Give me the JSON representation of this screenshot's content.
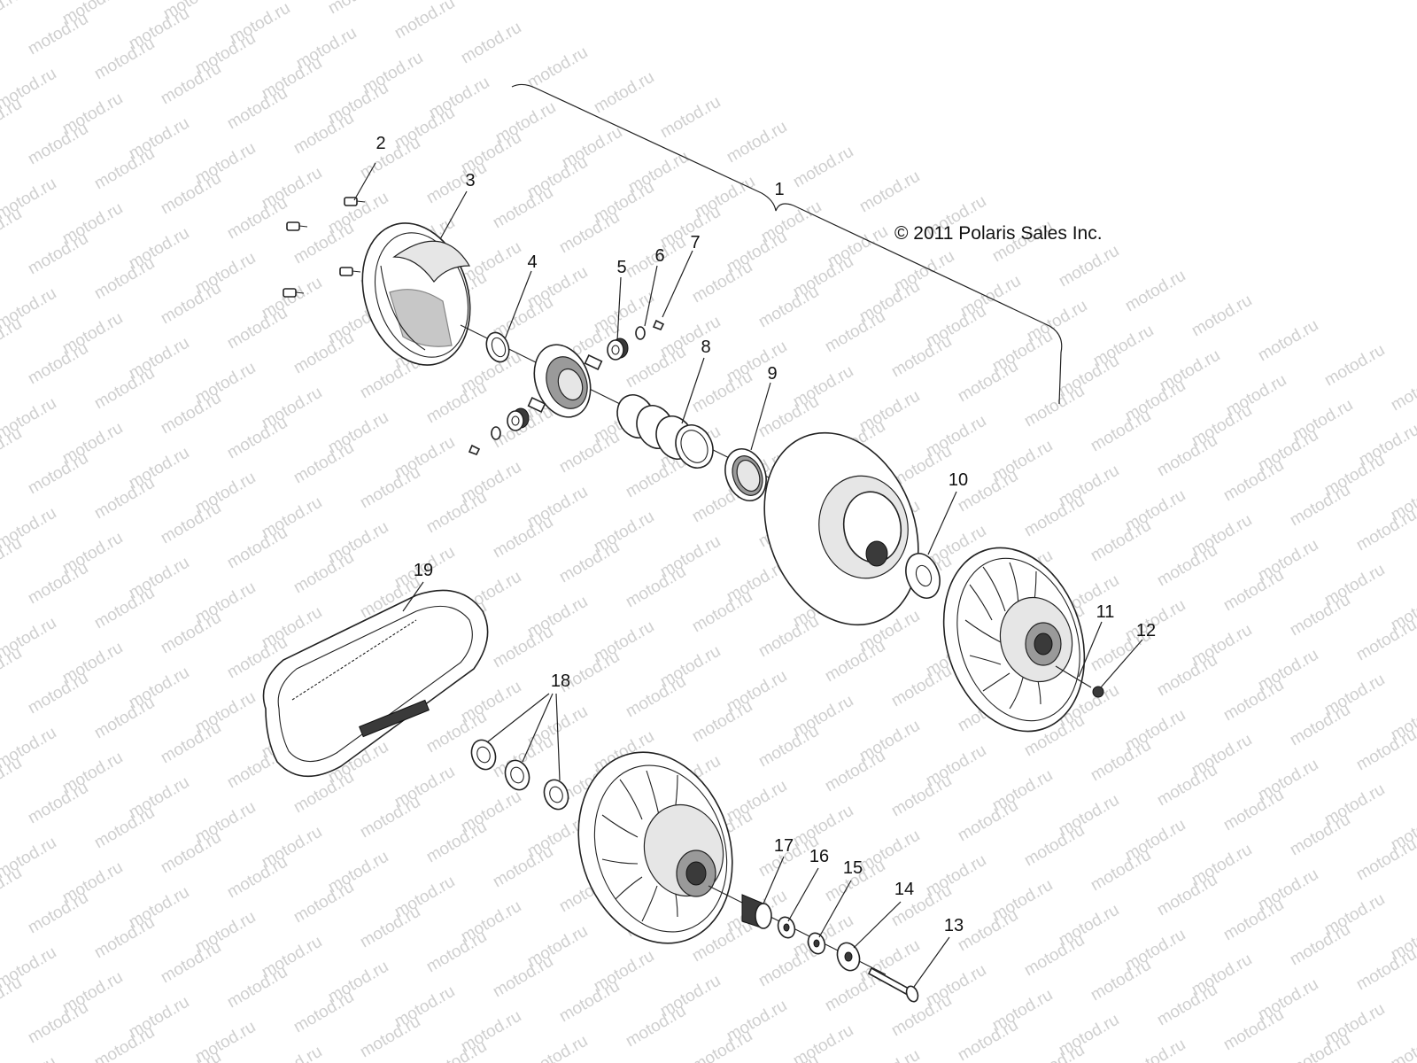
{
  "diagram": {
    "copyright": "© 2011 Polaris Sales Inc.",
    "watermark": "motod.ru",
    "callouts": {
      "c1": "1",
      "c2": "2",
      "c3": "3",
      "c4": "4",
      "c5": "5",
      "c6": "6",
      "c7": "7",
      "c8": "8",
      "c9": "9",
      "c10": "10",
      "c11": "11",
      "c12": "12",
      "c13": "13",
      "c14": "14",
      "c15": "15",
      "c16": "16",
      "c17": "17",
      "c18": "18",
      "c19": "19"
    }
  }
}
